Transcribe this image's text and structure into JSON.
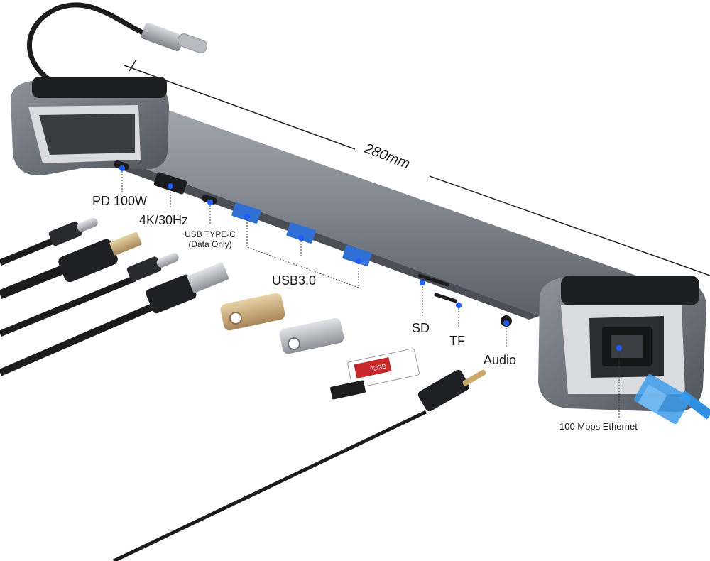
{
  "product": {
    "dimension_label": "280mm",
    "ports": {
      "pd": "PD 100W",
      "hdmi": "4K/30Hz",
      "usbc_line1": "USB TYPE-C",
      "usbc_line2": "(Data Only)",
      "usb3": "USB3.0",
      "sd": "SD",
      "tf": "TF",
      "audio": "Audio",
      "ethernet": "100 Mbps Ethernet"
    },
    "sd_card_label": "32GB",
    "colors": {
      "hub_body": "#7b8089",
      "usb_port_blue": "#2f6fd6",
      "marker_blue": "#1f5cff",
      "ethernet_cable": "#2f8fe0",
      "cable": "#1c1c1c"
    }
  }
}
